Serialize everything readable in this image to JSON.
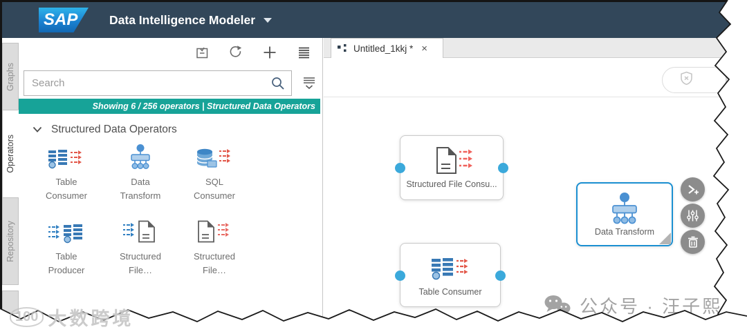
{
  "header": {
    "brand": "SAP",
    "title": "Data Intelligence Modeler"
  },
  "rail": {
    "tabs": [
      {
        "label": "Graphs",
        "active": false
      },
      {
        "label": "Operators",
        "active": true
      },
      {
        "label": "Repository",
        "active": false
      }
    ]
  },
  "panel": {
    "search_placeholder": "Search",
    "banner": "Showing 6 / 256 operators | Structured Data Operators",
    "section_title": "Structured Data Operators",
    "operators": [
      {
        "label": "Table\nConsumer",
        "icon": "table-consumer-icon"
      },
      {
        "label": "Data\nTransform",
        "icon": "data-transform-icon"
      },
      {
        "label": "SQL\nConsumer",
        "icon": "sql-consumer-icon"
      },
      {
        "label": "Table\nProducer",
        "icon": "table-producer-icon"
      },
      {
        "label": "Structured\nFile…",
        "icon": "structured-file-in-icon"
      },
      {
        "label": "Structured\nFile…",
        "icon": "structured-file-out-icon"
      }
    ],
    "toolbar_icons": [
      "export-box-icon",
      "refresh-icon",
      "add-icon",
      "list-icon",
      "filter-icon",
      "search-icon"
    ]
  },
  "canvas": {
    "tab_label": "Untitled_1kkj *",
    "tab_close": "×",
    "toolbar_icons": [
      "shield-x-icon",
      "run-icon",
      "chevron-down-icon"
    ],
    "nodes": [
      {
        "label": "Structured File Consu...",
        "selected": false
      },
      {
        "label": "Table Consumer",
        "selected": false
      },
      {
        "label": "Data Transform",
        "selected": true
      }
    ],
    "node_actions": [
      "open-editor-icon",
      "configure-icon",
      "delete-icon"
    ]
  },
  "watermarks": {
    "right": "公众号 · 汪子熙",
    "left": "大数跨境",
    "left_badge": "100"
  },
  "colors": {
    "header_navy": "#32475A",
    "accent_teal": "#17A398",
    "port_blue": "#3BA9DB",
    "selection_blue": "#1A8FD1",
    "arrow_red": "#E25749",
    "arrow_blue": "#2F7FC1",
    "icon_blue": "#3879B5"
  }
}
